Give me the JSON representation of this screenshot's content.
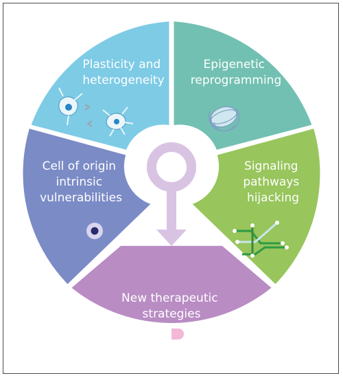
{
  "segments": {
    "plasticity": {
      "line1": "Plasticity and",
      "line2": "heterogeneity",
      "color": "#7ecbe6"
    },
    "epigenetic": {
      "line1": "Epigenetic",
      "line2": "reprogramming",
      "color": "#72c0b2"
    },
    "signaling": {
      "line1": "Signaling",
      "line2": "pathways",
      "line3": "hijacking",
      "color": "#98c55c"
    },
    "cell_origin": {
      "line1": "Cell of origin",
      "line2": "intrinsic",
      "line3": "vulnerabilities",
      "color": "#7b8bc6"
    },
    "therapeutic": {
      "line1": "New therapeutic",
      "line2": "strategies",
      "color": "#b98cc4"
    }
  },
  "center_color": "#d9c3e3",
  "icons": [
    "cells-migrating-icon",
    "chromatin-nucleosome-icon",
    "pathway-network-icon",
    "cell-nucleus-icon",
    "pill-capsule-icon"
  ]
}
